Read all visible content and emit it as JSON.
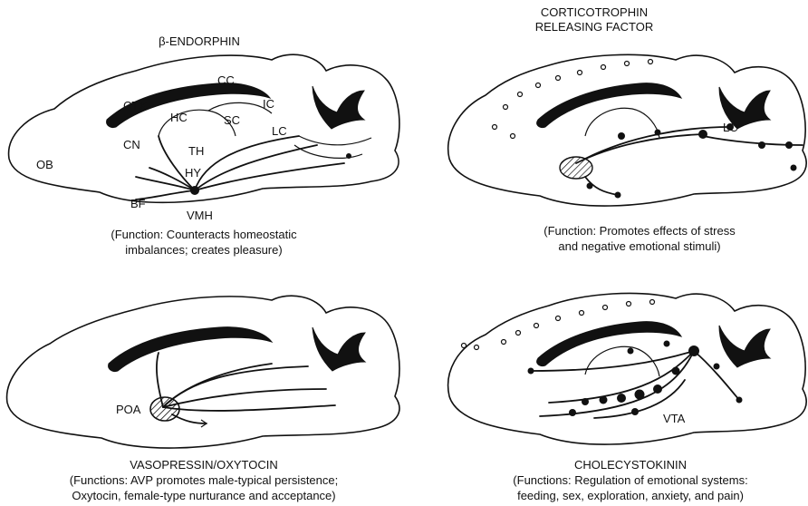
{
  "panels": {
    "beta_endorphin": {
      "title": "β-ENDORPHIN",
      "labels": {
        "cc": "CC",
        "ctx": "CTX",
        "ic": "IC",
        "hc": "HC",
        "sc": "SC",
        "lc": "LC",
        "cn": "CN",
        "th": "TH",
        "ob": "OB",
        "hy": "HY",
        "bf": "BF",
        "vmh": "VMH"
      },
      "caption_line1": "(Function: Counteracts homeostatic",
      "caption_line2": "imbalances; creates pleasure)"
    },
    "crf": {
      "title_line1": "CORTICOTROPHIN",
      "title_line2": "RELEASING FACTOR",
      "labels": {
        "lc": "LC"
      },
      "caption_line1": "(Function: Promotes effects of stress",
      "caption_line2": "and negative emotional stimuli)"
    },
    "vasopressin": {
      "labels": {
        "poa": "POA"
      },
      "title": "VASOPRESSIN/OXYTOCIN",
      "caption_line1": "(Functions: AVP promotes male-typical persistence;",
      "caption_line2": "Oxytocin, female-type nurturance and acceptance)"
    },
    "cck": {
      "labels": {
        "vta": "VTA"
      },
      "title": "CHOLECYSTOKININ",
      "caption_line1": "(Functions: Regulation of emotional systems:",
      "caption_line2": "feeding, sex, exploration, anxiety, and pain)"
    }
  },
  "icons": [
    "brain-sagittal-section-icon"
  ]
}
